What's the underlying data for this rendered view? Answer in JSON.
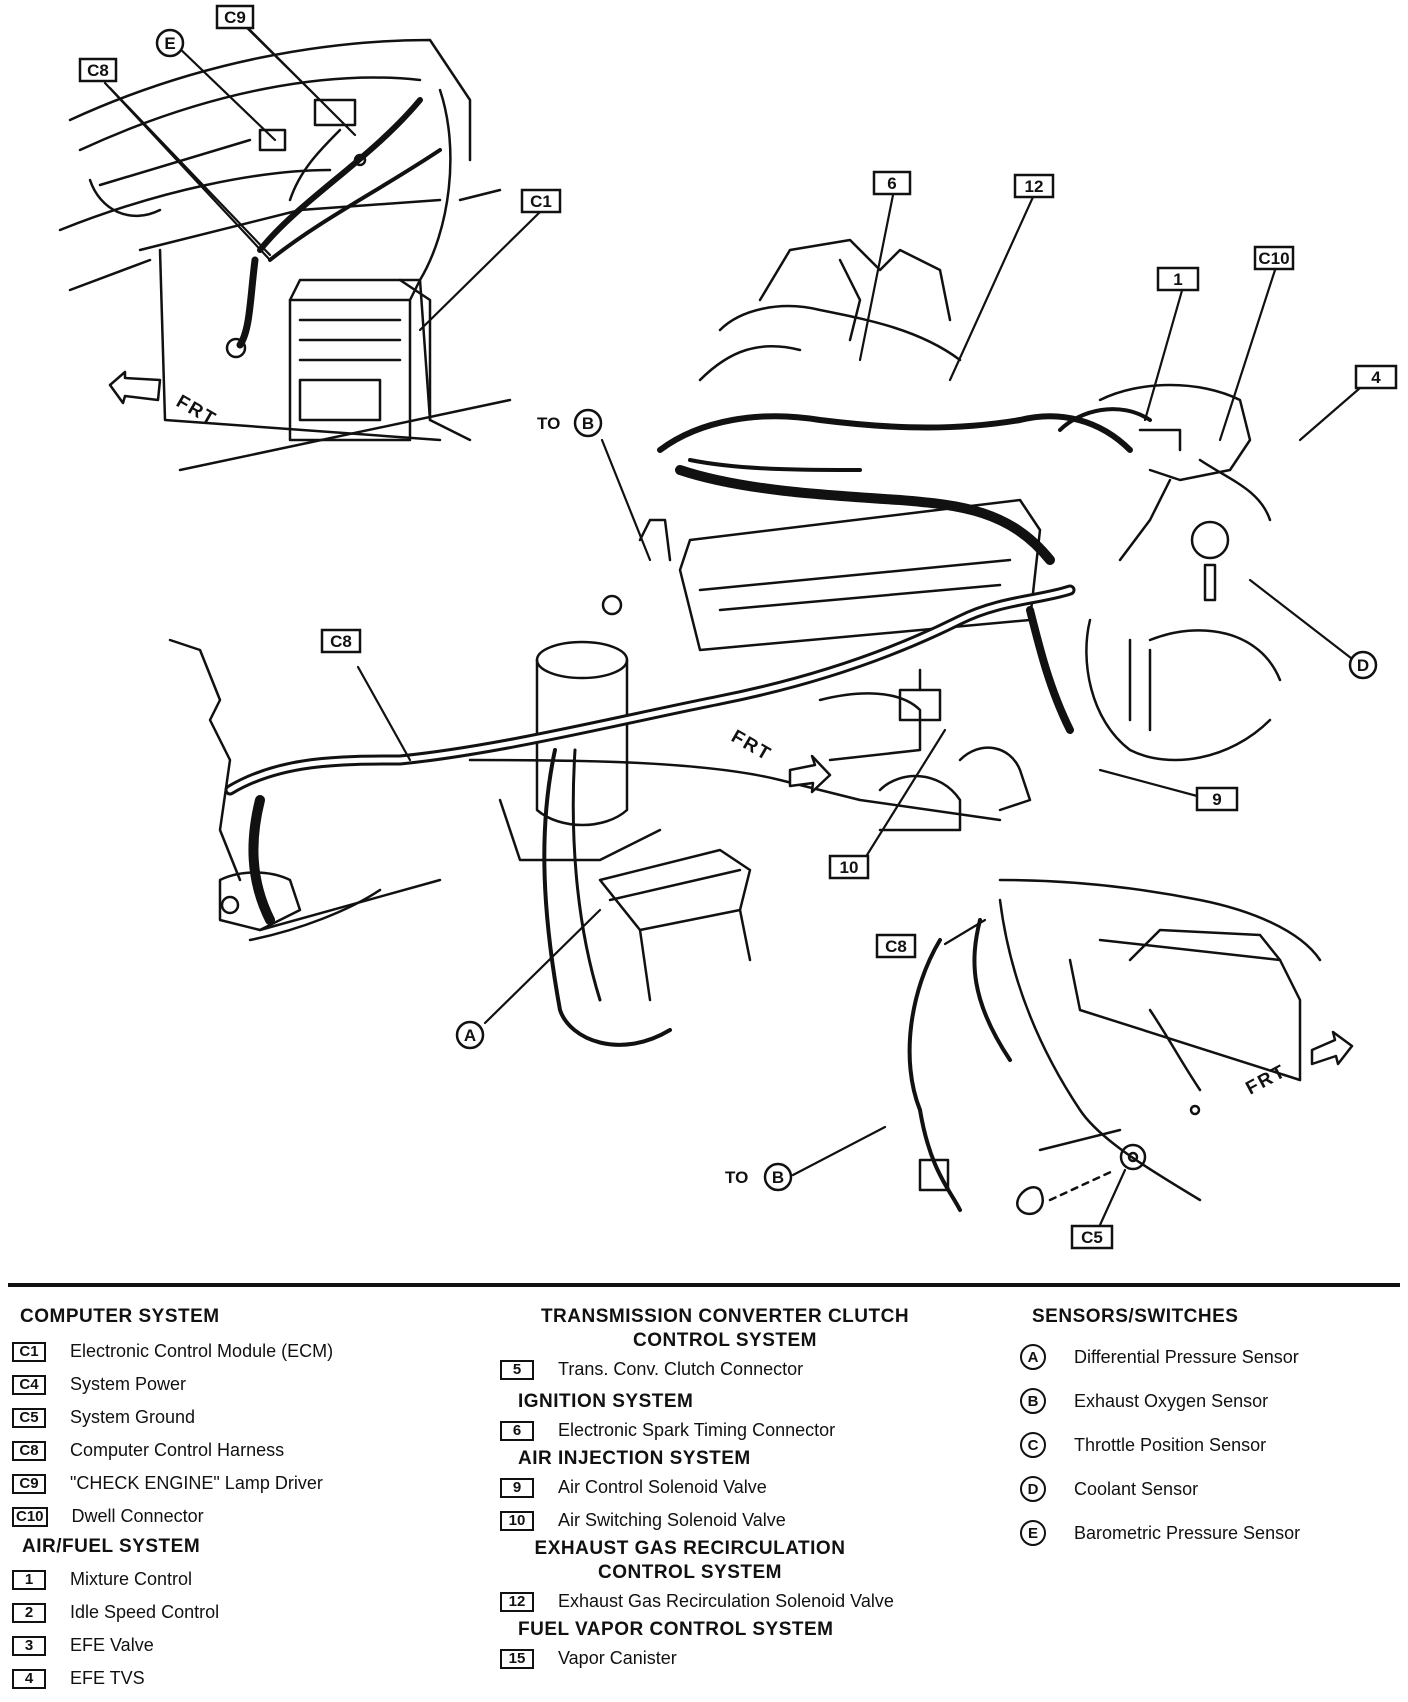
{
  "diagram": {
    "callouts": {
      "c9_top": "C9",
      "e_top": "E",
      "c8_top": "C8",
      "c1": "C1",
      "n6": "6",
      "n12": "12",
      "n1": "1",
      "c10": "C10",
      "n4": "4",
      "to_b_left_prefix": "TO",
      "b_left": "B",
      "d": "D",
      "c8_mid": "C8",
      "n9": "9",
      "n10": "10",
      "a": "A",
      "c8_low": "C8",
      "to_b_low_prefix": "TO",
      "b_low": "B",
      "c5": "C5"
    },
    "frt_labels": [
      "FRT",
      "FRT",
      "FRT"
    ]
  },
  "legend": {
    "computer_system": {
      "heading": "COMPUTER SYSTEM",
      "items": [
        {
          "code": "C1",
          "label": "Electronic Control Module (ECM)"
        },
        {
          "code": "C4",
          "label": "System Power"
        },
        {
          "code": "C5",
          "label": "System Ground"
        },
        {
          "code": "C8",
          "label": "Computer Control Harness"
        },
        {
          "code": "C9",
          "label": "\"CHECK ENGINE\" Lamp Driver"
        },
        {
          "code": "C10",
          "label": "Dwell Connector"
        }
      ]
    },
    "air_fuel_system": {
      "heading": "AIR/FUEL SYSTEM",
      "items": [
        {
          "code": "1",
          "label": "Mixture Control"
        },
        {
          "code": "2",
          "label": "Idle Speed Control"
        },
        {
          "code": "3",
          "label": "EFE Valve"
        },
        {
          "code": "4",
          "label": "EFE TVS"
        }
      ]
    },
    "tcc_system": {
      "heading_line1": "TRANSMISSION CONVERTER CLUTCH",
      "heading_line2": "CONTROL SYSTEM",
      "items": [
        {
          "code": "5",
          "label": "Trans. Conv. Clutch Connector"
        }
      ]
    },
    "ignition_system": {
      "heading": "IGNITION SYSTEM",
      "items": [
        {
          "code": "6",
          "label": "Electronic Spark Timing Connector"
        }
      ]
    },
    "air_injection_system": {
      "heading": "AIR INJECTION SYSTEM",
      "items": [
        {
          "code": "9",
          "label": "Air Control Solenoid Valve"
        },
        {
          "code": "10",
          "label": "Air Switching Solenoid Valve"
        }
      ]
    },
    "egr_system": {
      "heading_line1": "EXHAUST GAS RECIRCULATION",
      "heading_line2": "CONTROL SYSTEM",
      "items": [
        {
          "code": "12",
          "label": "Exhaust Gas Recirculation Solenoid Valve"
        }
      ]
    },
    "fuel_vapor_system": {
      "heading": "FUEL VAPOR CONTROL SYSTEM",
      "items": [
        {
          "code": "15",
          "label": "Vapor Canister"
        }
      ]
    },
    "sensors_switches": {
      "heading": "SENSORS/SWITCHES",
      "items": [
        {
          "code": "A",
          "label": "Differential Pressure Sensor"
        },
        {
          "code": "B",
          "label": "Exhaust Oxygen Sensor"
        },
        {
          "code": "C",
          "label": "Throttle Position Sensor"
        },
        {
          "code": "D",
          "label": "Coolant Sensor"
        },
        {
          "code": "E",
          "label": "Barometric Pressure Sensor"
        }
      ]
    }
  }
}
